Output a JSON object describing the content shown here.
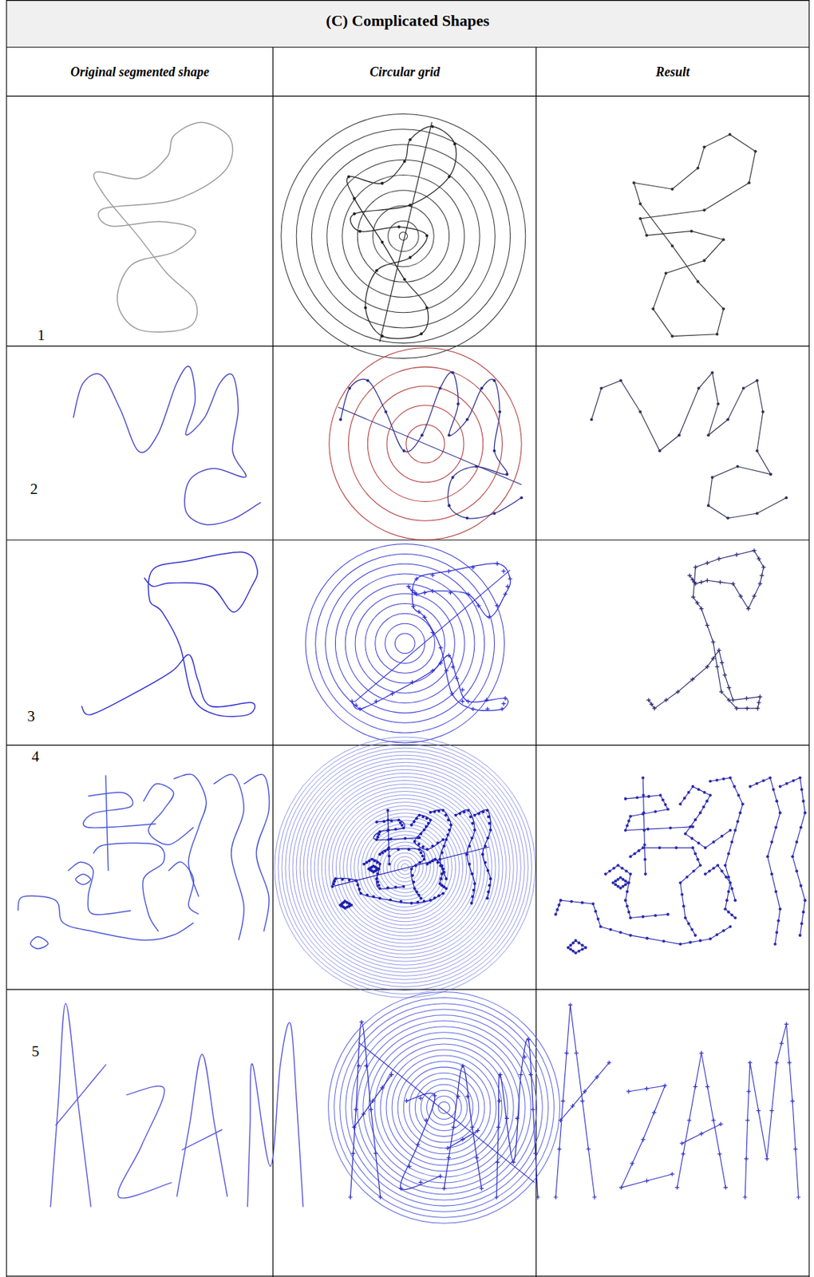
{
  "diagram": {
    "title": "(C) Complicated Shapes",
    "labels": [
      "Original segmented shape",
      "Circular grid",
      "Result",
      "1",
      "2",
      "3",
      "4",
      "5"
    ]
  }
}
